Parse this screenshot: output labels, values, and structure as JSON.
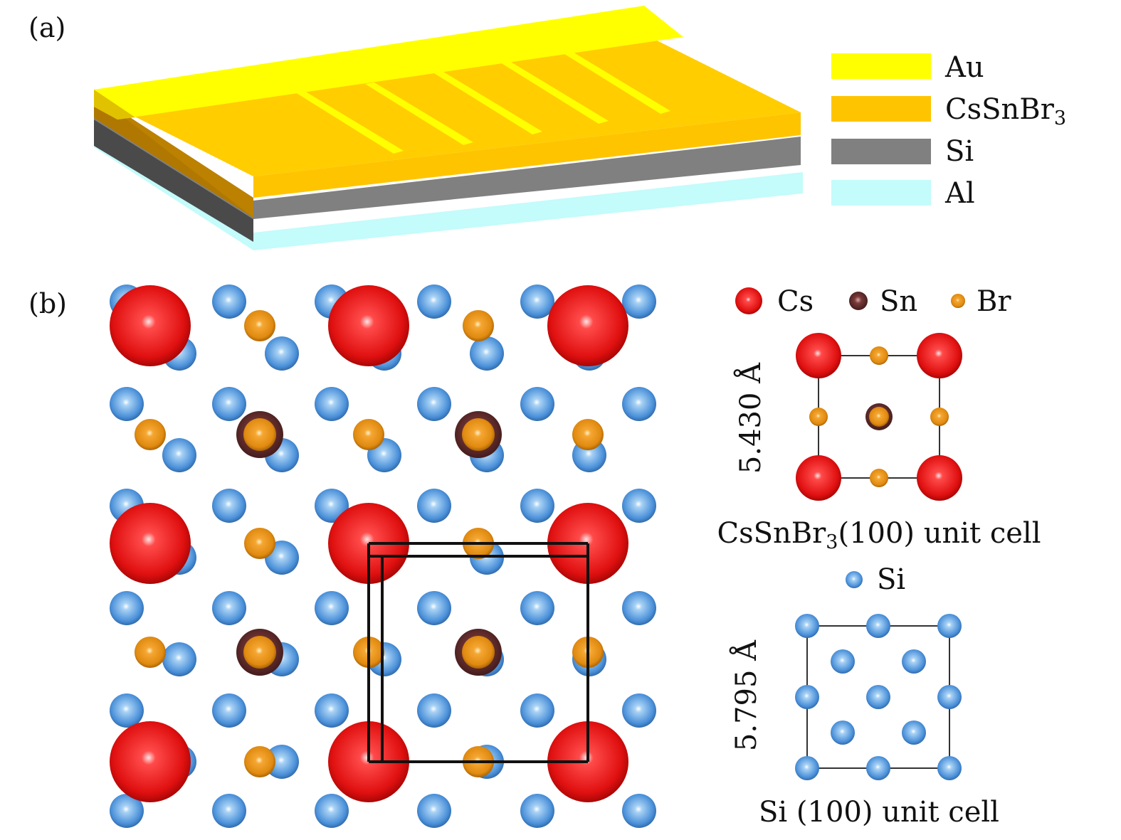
{
  "panel_a": {
    "label": "(a)",
    "legend": [
      {
        "name": "Au",
        "color": "#ffff00"
      },
      {
        "name": "CsSnBr",
        "sub": "3",
        "color": "#ffc400"
      },
      {
        "name": "Si",
        "color": "#808080"
      },
      {
        "name": "Al",
        "color": "#c4fbfb"
      }
    ]
  },
  "panel_b": {
    "label": "(b)",
    "atom_legend": [
      {
        "name": "Cs",
        "color": "#e01010"
      },
      {
        "name": "Sn",
        "color": "#5a2a2a"
      },
      {
        "name": "Br",
        "color": "#e08a10"
      }
    ],
    "cssnbr3_cell": {
      "dimension": "5.430 Å",
      "caption_prefix": "CsSnBr",
      "caption_sub": "3",
      "caption_suffix": "(100) unit cell"
    },
    "si_legend": {
      "name": "Si",
      "color": "#4a90d9"
    },
    "si_cell": {
      "dimension": "5.795 Å",
      "caption": "Si (100) unit cell"
    }
  }
}
